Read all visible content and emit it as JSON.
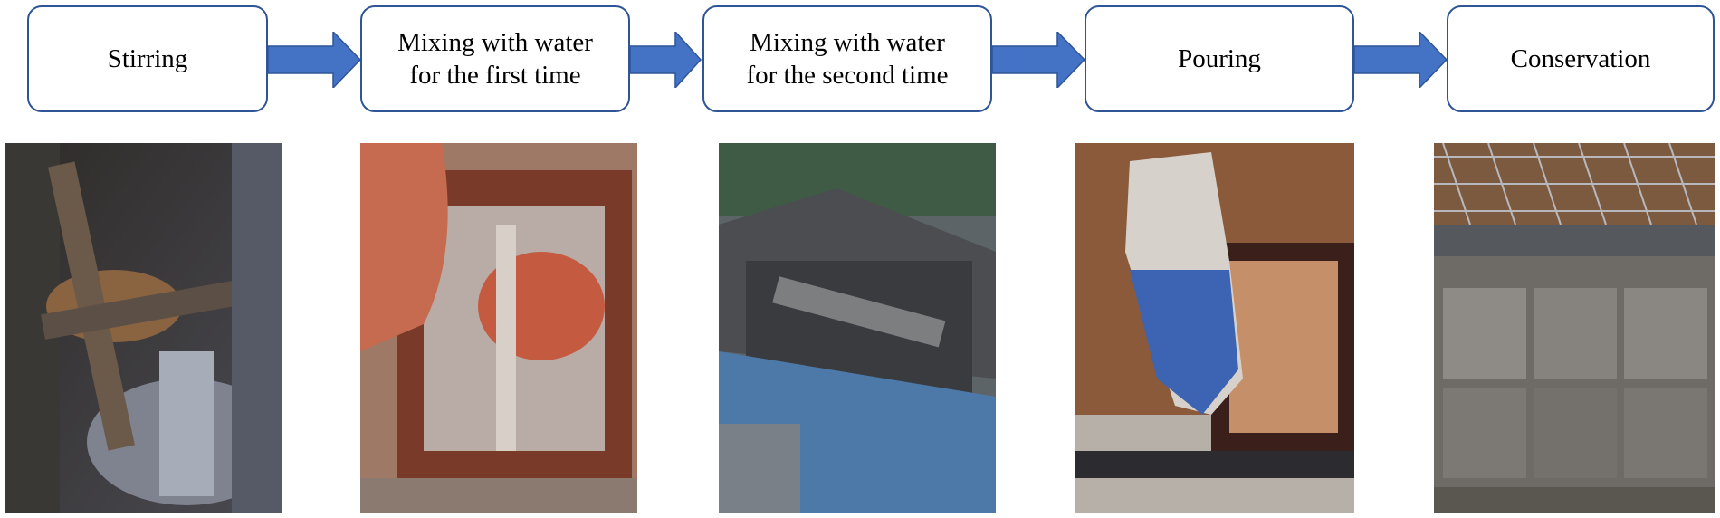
{
  "process": {
    "steps": [
      {
        "label": "Stirring"
      },
      {
        "label": "Mixing with water\nfor the first time"
      },
      {
        "label": "Mixing with water\nfor the second time"
      },
      {
        "label": "Pouring"
      },
      {
        "label": "Conservation"
      }
    ]
  },
  "colors": {
    "box_border": "#2f5597",
    "arrow_fill": "#4472c4"
  },
  "photos": [
    {
      "subject": "stirring"
    },
    {
      "subject": "first-water-mixing"
    },
    {
      "subject": "second-water-mixing"
    },
    {
      "subject": "pouring"
    },
    {
      "subject": "conservation"
    }
  ]
}
